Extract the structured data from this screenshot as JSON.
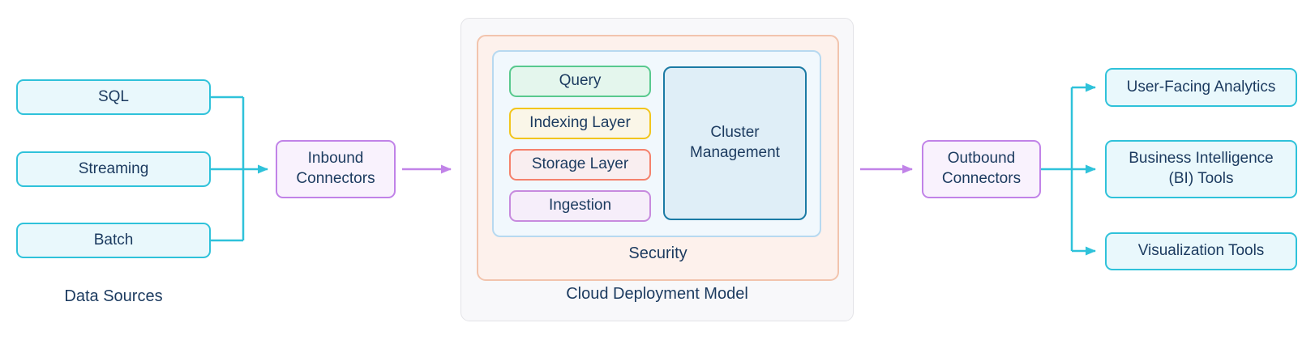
{
  "diagram": {
    "data_sources": {
      "caption": "Data Sources",
      "items": [
        {
          "label": "SQL"
        },
        {
          "label": "Streaming"
        },
        {
          "label": "Batch"
        }
      ]
    },
    "inbound": {
      "label": "Inbound Connectors"
    },
    "cloud": {
      "caption": "Cloud Deployment Model",
      "security": {
        "caption": "Security",
        "layers": [
          {
            "label": "Query",
            "color": "green"
          },
          {
            "label": "Indexing Layer",
            "color": "yellow"
          },
          {
            "label": "Storage Layer",
            "color": "salmon"
          },
          {
            "label": "Ingestion",
            "color": "purple"
          }
        ],
        "cluster": {
          "label": "Cluster Management"
        }
      }
    },
    "outbound": {
      "label": "Outbound Connectors"
    },
    "destinations": [
      {
        "label": "User-Facing Analytics"
      },
      {
        "label": "Business Intelligence (BI) Tools"
      },
      {
        "label": "Visualization Tools"
      }
    ]
  },
  "colors": {
    "cyan_accent": "#2fc2da",
    "cyan_fill": "#e9f8fc",
    "purple_accent": "#c183e8",
    "purple_fill": "#f9f2fd",
    "green_accent": "#58c98e",
    "yellow_accent": "#f2c51d",
    "salmon_accent": "#f5816c",
    "cluster_border": "#1b7aa4",
    "cluster_fill": "#dfeef7",
    "security_border": "#f2c4ad",
    "security_fill": "#fdf1ec",
    "inner_blue_border": "#b7d9f0",
    "inner_blue_fill": "#f1f8fd",
    "outer_border": "#e3e3e7",
    "outer_fill": "#f8f8fa",
    "text": "#1b3a5f"
  }
}
